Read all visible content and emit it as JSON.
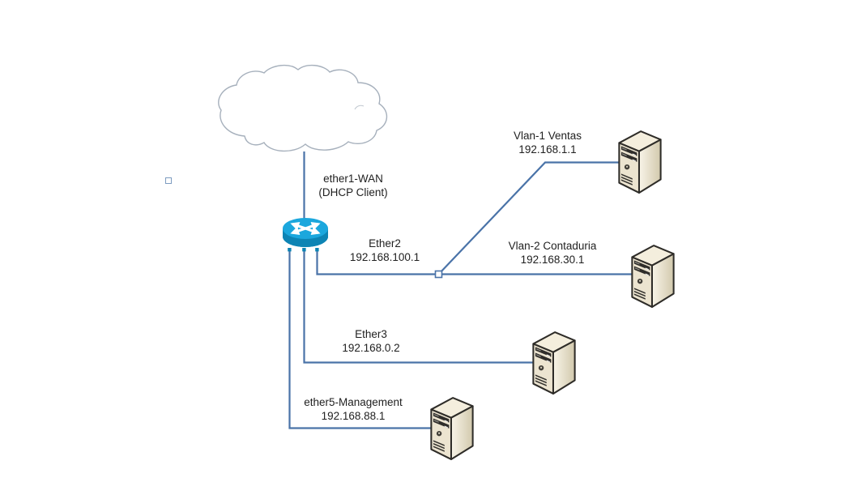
{
  "diagram": {
    "type": "network-topology",
    "labels": {
      "ether1_wan": {
        "name": "ether1-WAN",
        "detail": "(DHCP Client)"
      },
      "ether2": {
        "name": "Ether2",
        "detail": "192.168.100.1"
      },
      "vlan1": {
        "name": "Vlan-1 Ventas",
        "detail": "192.168.1.1"
      },
      "vlan2": {
        "name": "Vlan-2 Contaduria",
        "detail": "192.168.30.1"
      },
      "ether3": {
        "name": "Ether3",
        "detail": "192.168.0.2"
      },
      "ether5": {
        "name": "ether5-Management",
        "detail": "192.168.88.1"
      }
    },
    "nodes": {
      "cloud": "internet-cloud",
      "router": "router",
      "servers": [
        "vlan1-ventas-server",
        "vlan2-contaduria-server",
        "ether3-server",
        "ether5-management-server"
      ]
    },
    "colors": {
      "connector": "#4a73a8",
      "router_top": "#1ba7dd",
      "router_body": "#0d84b4",
      "server_top": "#f4eedd",
      "server_front": "#ece4d0",
      "cloud_outline": "#a6b0bc",
      "label_text": "#1f1f1f"
    }
  }
}
